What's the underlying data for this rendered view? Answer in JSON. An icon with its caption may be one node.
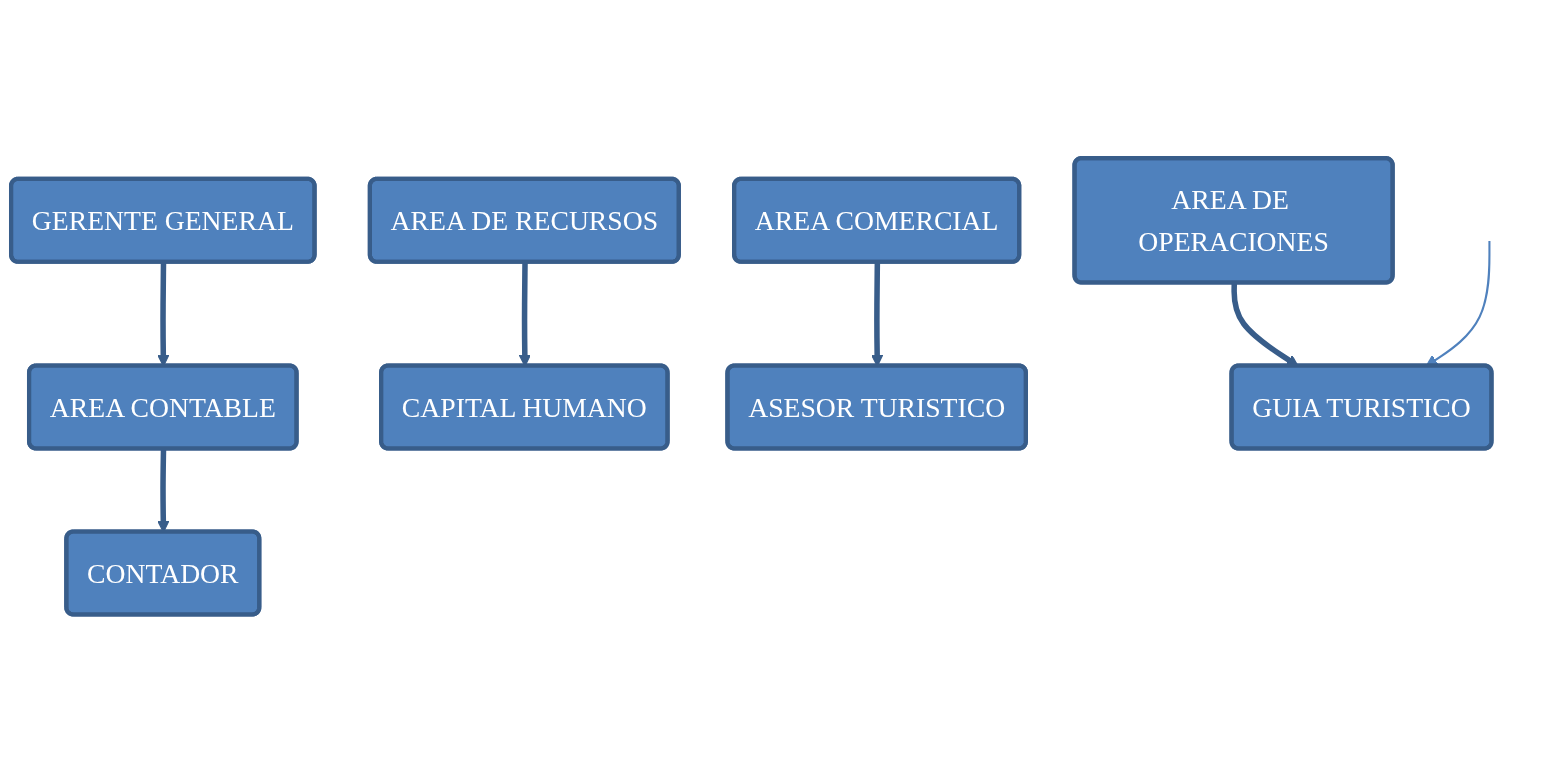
{
  "diagram": {
    "nodes": [
      {
        "text": [
          "GERENTE GENERAL"
        ]
      },
      {
        "text": [
          "AREA DE RECURSOS"
        ]
      },
      {
        "text": [
          "AREA CONTABLE"
        ]
      },
      {
        "text": [
          "AREA COMERCIAL"
        ]
      },
      {
        "text": [
          "CAPITAL HUMANO"
        ]
      },
      {
        "text": [
          "CONTADOR"
        ]
      },
      {
        "text": [
          "ASESOR TURISTICO"
        ]
      },
      {
        "text": [
          "AREA DE OPERACIONES"
        ]
      },
      {
        "text": [
          "GUIA TURISTICO"
        ]
      }
    ],
    "edges": [
      {
        "from": 0,
        "to": 2,
        "arrow": "to"
      },
      {
        "from": 1,
        "to": 4,
        "arrow": "to"
      },
      {
        "from": 2,
        "to": 5,
        "arrow": "to"
      },
      {
        "from": 3,
        "to": 6,
        "arrow": "to"
      },
      {
        "from": 7,
        "to": 8,
        "arrow": "to"
      },
      {
        "from": null,
        "to": 8,
        "arrow": "to",
        "color": "#4f81bd"
      }
    ]
  }
}
